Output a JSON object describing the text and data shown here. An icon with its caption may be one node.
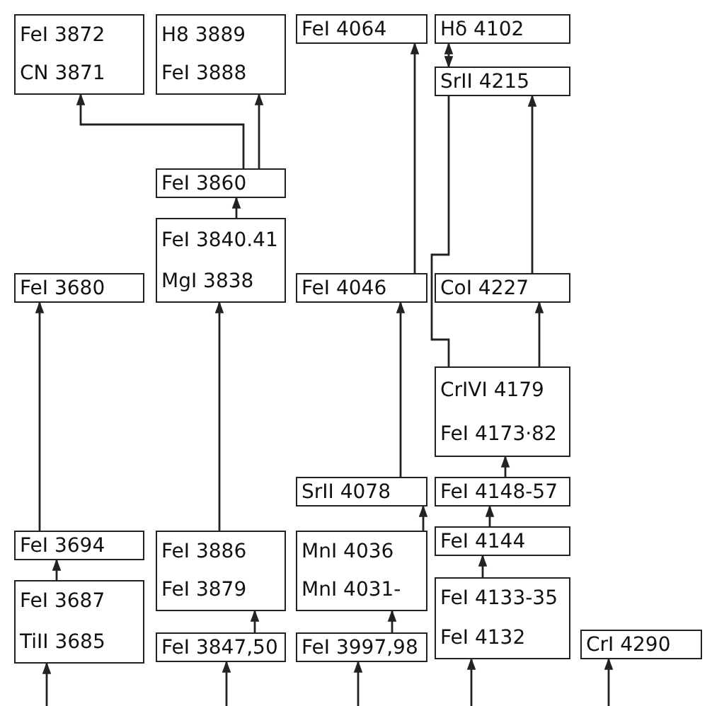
{
  "diagram": {
    "nodes": [
      {
        "text": [
          "FeI 3872",
          "CN 3871"
        ]
      },
      {
        "text": [
          "H8 3889",
          "FeI 3888"
        ]
      },
      {
        "text": [
          "FeI 4064"
        ]
      },
      {
        "text": [
          "Hδ 4102"
        ]
      },
      {
        "text": [
          "SrII 4215"
        ]
      },
      {
        "text": [
          "FeI 3860"
        ]
      },
      {
        "text": [
          "FeI 3840.41",
          "MgI 3838"
        ]
      },
      {
        "text": [
          "FeI 3680"
        ]
      },
      {
        "text": [
          "FeI 4046"
        ]
      },
      {
        "text": [
          "CoI 4227"
        ]
      },
      {
        "text": [
          "CrIVI 4179",
          "FeI 4173·82"
        ]
      },
      {
        "text": [
          "SrII 4078"
        ]
      },
      {
        "text": [
          "FeI 4148-57"
        ]
      },
      {
        "text": [
          "FeI 3694"
        ]
      },
      {
        "text": [
          "FeI 3886",
          "FeI 3879"
        ]
      },
      {
        "text": [
          "MnI 4036",
          "MnI 4031-"
        ]
      },
      {
        "text": [
          "FeI 4144"
        ]
      },
      {
        "text": [
          "FeI 3687",
          "TiII 3685"
        ]
      },
      {
        "text": [
          "FeI 3847,50"
        ]
      },
      {
        "text": [
          "FeI 3997,98"
        ]
      },
      {
        "text": [
          "FeI 4133-35",
          "FeI 4132"
        ]
      },
      {
        "text": [
          "CrI 4290"
        ]
      }
    ],
    "edges": [
      {
        "from": 5,
        "to": 0,
        "arrow": "to"
      },
      {
        "from": 5,
        "to": 1,
        "arrow": "to"
      },
      {
        "from": 6,
        "to": 5,
        "arrow": "to"
      },
      {
        "from": 14,
        "to": 6,
        "arrow": "to"
      },
      {
        "from": 18,
        "to": 14,
        "arrow": "to"
      },
      {
        "from": null,
        "to": 18,
        "arrow": "to"
      },
      {
        "from": 13,
        "to": 7,
        "arrow": "to"
      },
      {
        "from": 17,
        "to": 13,
        "arrow": "to"
      },
      {
        "from": null,
        "to": 17,
        "arrow": "to"
      },
      {
        "from": null,
        "to": 19,
        "arrow": "to"
      },
      {
        "from": 19,
        "to": 15,
        "arrow": "to"
      },
      {
        "from": 15,
        "to": 11,
        "arrow": "to"
      },
      {
        "from": 11,
        "to": 8,
        "arrow": "to"
      },
      {
        "from": 8,
        "to": 2,
        "arrow": "to"
      },
      {
        "from": 4,
        "to": 3,
        "arrow": "both"
      },
      {
        "from": 10,
        "to": 4,
        "arrow": "none"
      },
      {
        "from": 9,
        "to": 4,
        "arrow": "to"
      },
      {
        "from": 10,
        "to": 9,
        "arrow": "to"
      },
      {
        "from": 12,
        "to": 10,
        "arrow": "to"
      },
      {
        "from": 16,
        "to": 12,
        "arrow": "to"
      },
      {
        "from": 20,
        "to": 16,
        "arrow": "to"
      },
      {
        "from": null,
        "to": 20,
        "arrow": "to"
      },
      {
        "from": null,
        "to": 21,
        "arrow": "to"
      }
    ]
  }
}
